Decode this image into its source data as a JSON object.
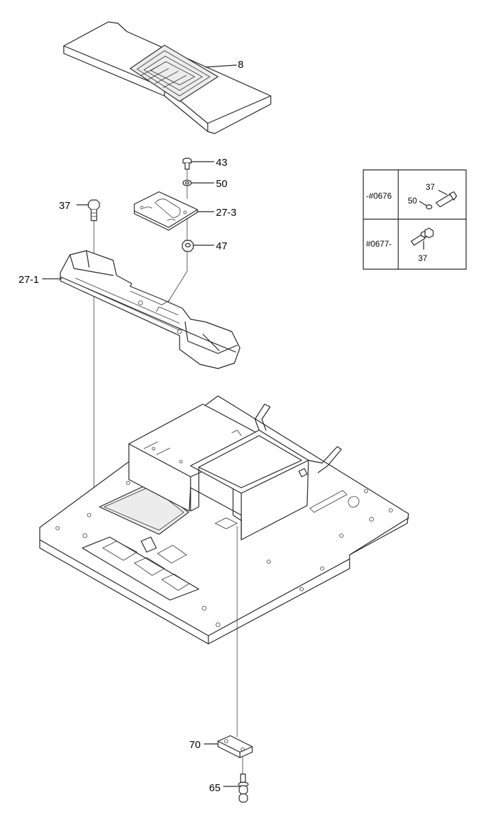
{
  "callouts": {
    "c8": "8",
    "c43": "43",
    "c50": "50",
    "c27_3": "27-3",
    "c47": "47",
    "c37_top": "37",
    "c27_1": "27-1",
    "c70": "70",
    "c65": "65"
  },
  "inset_table": {
    "row1": {
      "serial": "-#0676",
      "bolt_label": "37",
      "washer_label": "50"
    },
    "row2": {
      "serial": "#0677-",
      "bolt_label": "37"
    }
  },
  "colors": {
    "line": "#222222",
    "background": "#ffffff"
  }
}
